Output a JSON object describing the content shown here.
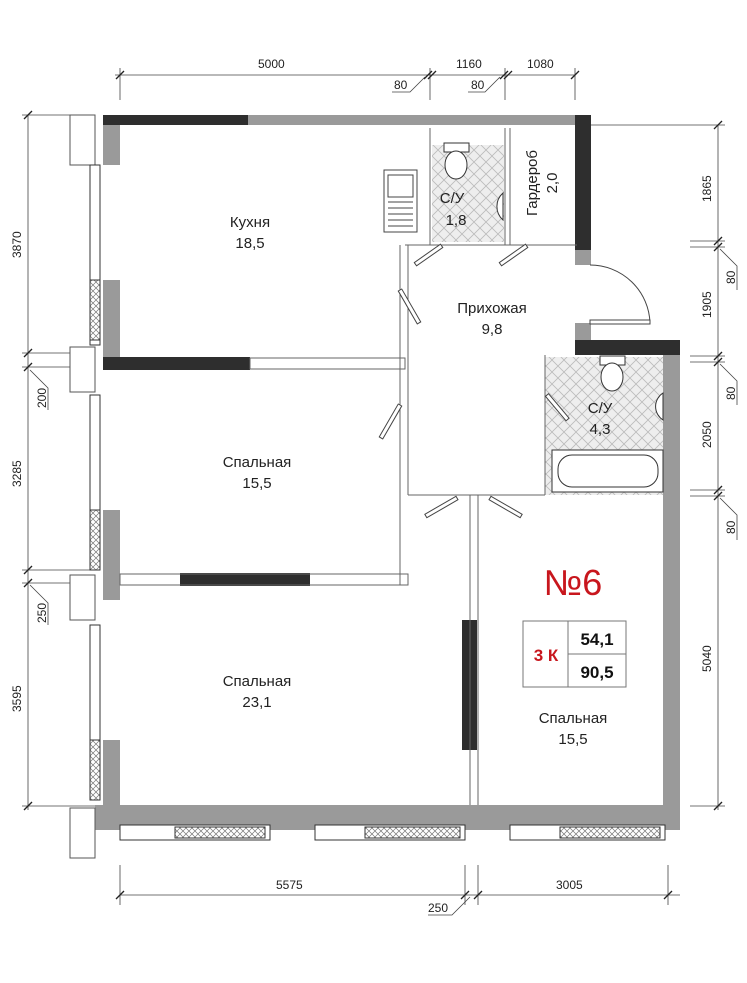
{
  "apartment": {
    "number": "№6",
    "rooms": "3 К",
    "living_area": "54,1",
    "total_area": "90,5",
    "accent_color": "#c8161d"
  },
  "rooms": [
    {
      "name": "Кухня",
      "area": "18,5"
    },
    {
      "name": "С/У",
      "area": "1,8"
    },
    {
      "name": "Гардероб",
      "area": "2,0"
    },
    {
      "name": "Прихожая",
      "area": "9,8"
    },
    {
      "name": "С/У",
      "area": "4,3"
    },
    {
      "name": "Спальная",
      "area": "15,5"
    },
    {
      "name": "Спальная",
      "area": "23,1"
    },
    {
      "name": "Спальная",
      "area": "15,5"
    }
  ],
  "dimensions": {
    "top": [
      "5000",
      "80",
      "1160",
      "80",
      "1080"
    ],
    "bottom": [
      "5575",
      "250",
      "3005"
    ],
    "left": [
      "3870",
      "200",
      "3285",
      "250",
      "3595"
    ],
    "right": [
      "1865",
      "80",
      "1905",
      "80",
      "2050",
      "80",
      "5040"
    ]
  }
}
